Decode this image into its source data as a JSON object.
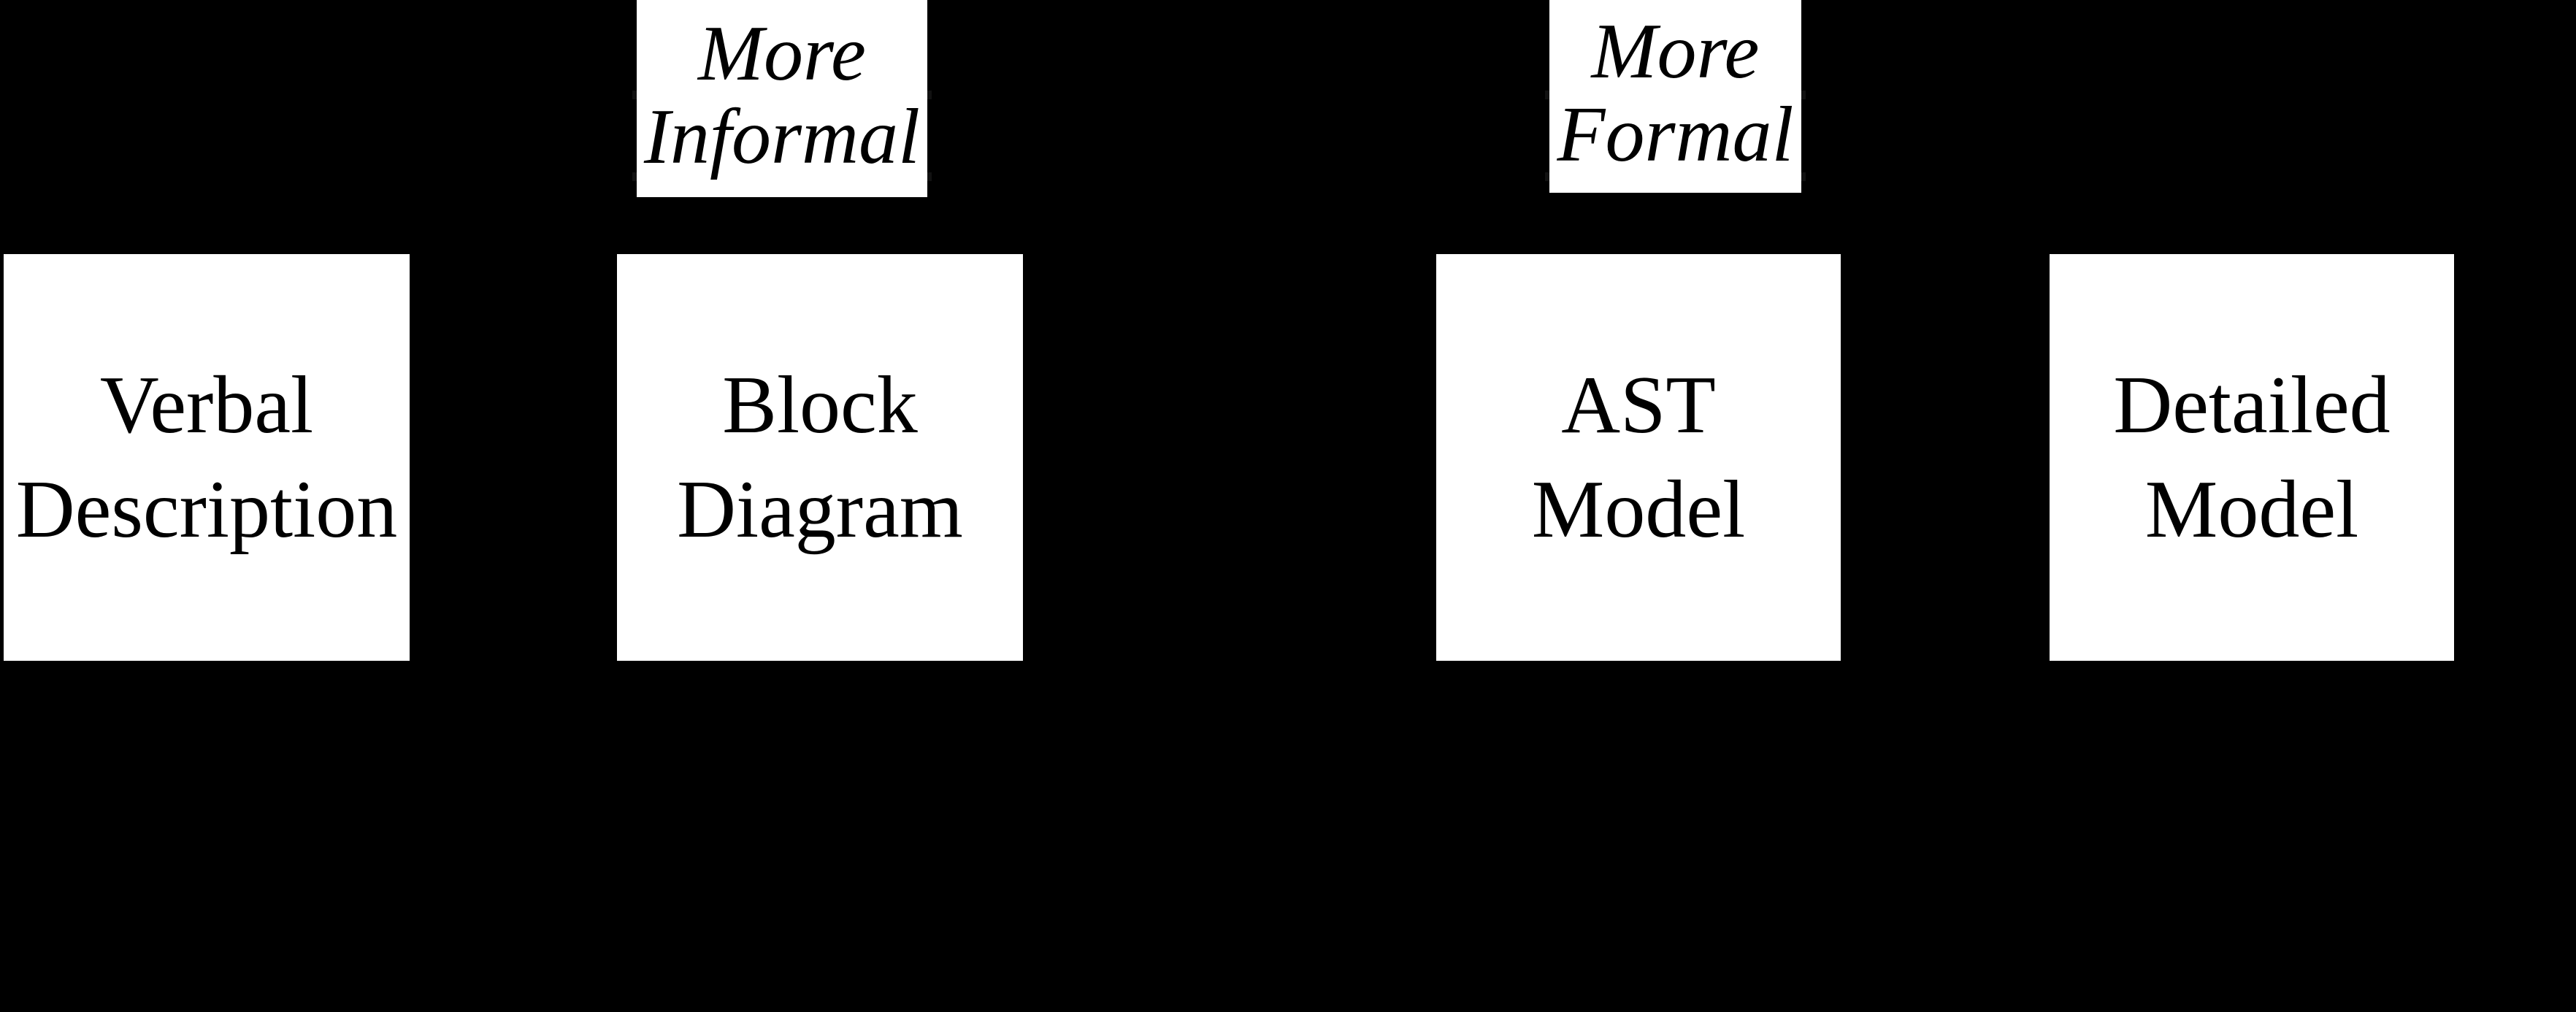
{
  "diagram": {
    "background_color": "#000000",
    "plate_color": "#ffffff",
    "text_color": "#000000",
    "spectrum": {
      "informal_label": {
        "line1": "More",
        "line2": "Informal"
      },
      "formal_label": {
        "line1": "More",
        "line2": "Formal"
      }
    },
    "artifacts": [
      {
        "id": "verbal-description",
        "line1": "Verbal",
        "line2": "Description"
      },
      {
        "id": "block-diagram",
        "line1": "Block",
        "line2": "Diagram"
      },
      {
        "id": "ast-model",
        "line1": "AST",
        "line2": "Model"
      },
      {
        "id": "detailed-model",
        "line1": "Detailed",
        "line2": "Model"
      }
    ]
  }
}
